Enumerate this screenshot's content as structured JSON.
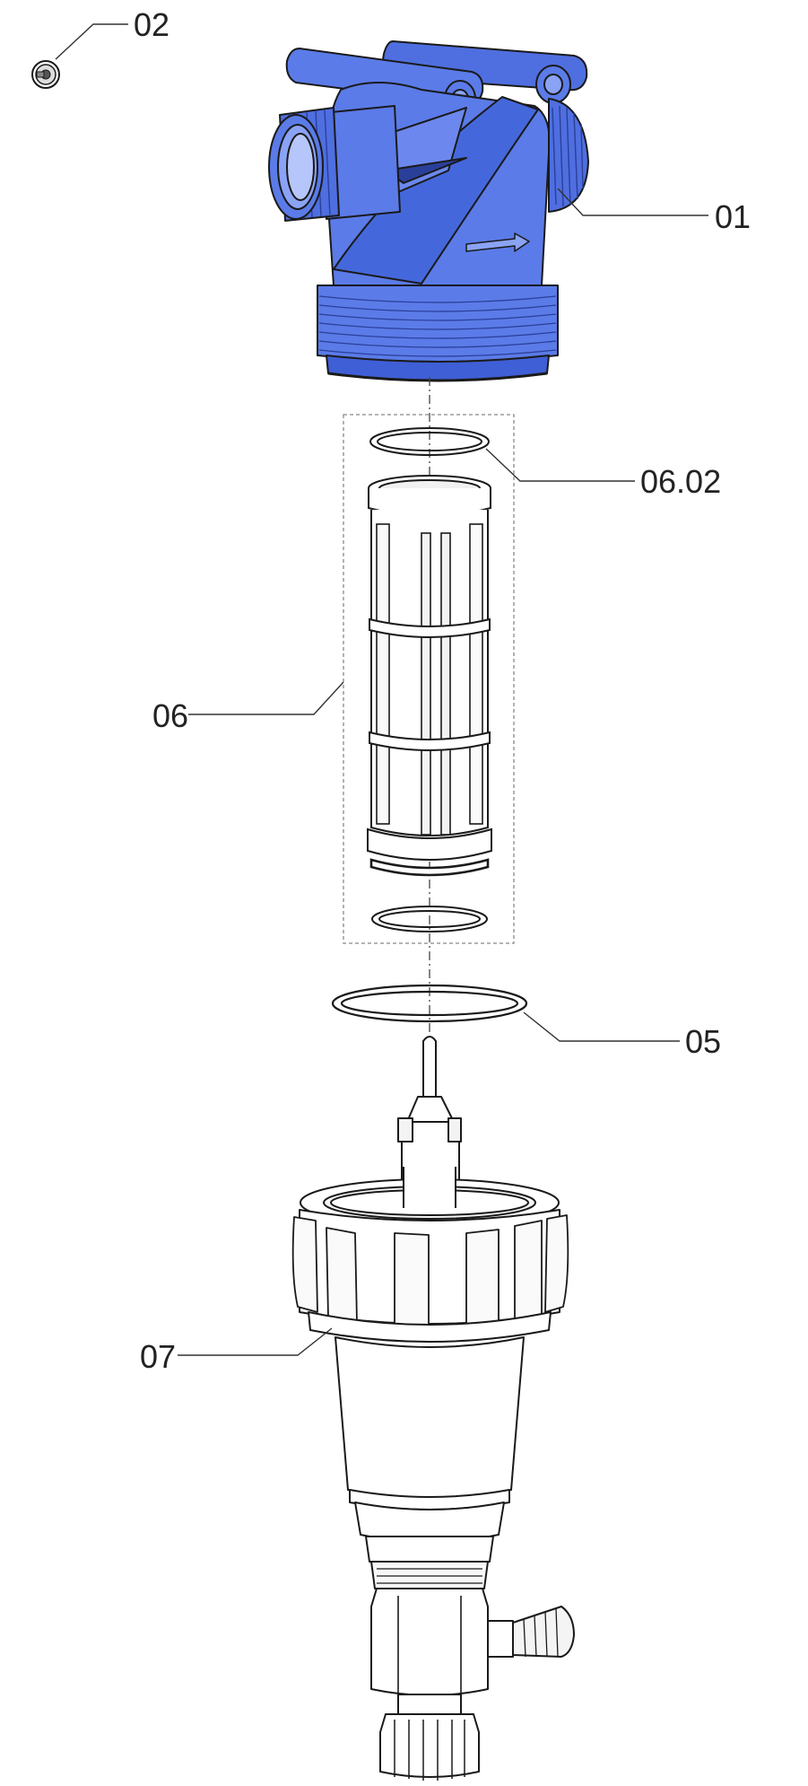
{
  "diagram": {
    "labels": {
      "part_02": "02",
      "part_01": "01",
      "part_06_02": "06.02",
      "part_06": "06",
      "part_05": "05",
      "part_07": "07"
    },
    "colors": {
      "housing": "#5b7be8",
      "housing_shade": "#3f5fd6",
      "housing_light": "#8aa3f5",
      "outline": "#1a1a1a",
      "leader": "#333333",
      "group_box": "#888888"
    }
  }
}
